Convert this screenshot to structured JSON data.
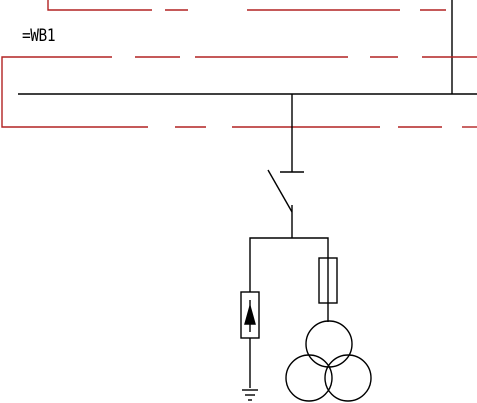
{
  "labels": {
    "bay_label": "=WB1"
  },
  "colors": {
    "background": "#ffffff",
    "line": "#000000",
    "enclosure": "#b22222"
  },
  "components": [
    "busbar",
    "disconnector-switch",
    "surge-arrester",
    "fuse",
    "three-winding-transformer",
    "earth-ground"
  ]
}
